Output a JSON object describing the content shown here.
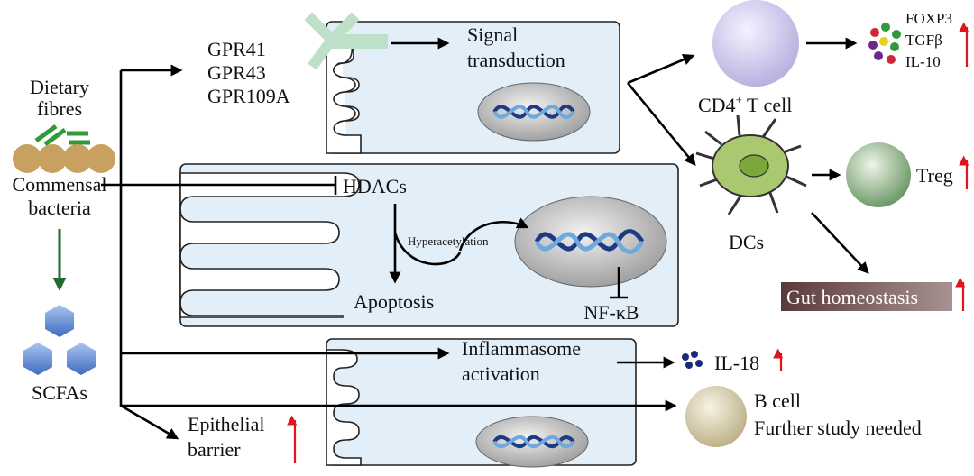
{
  "left_column": {
    "dietary_fibres": [
      "Dietary",
      "fibres"
    ],
    "commensal_bacteria": [
      "Commensal",
      "bacteria"
    ],
    "scfas": "SCFAs"
  },
  "receptors": [
    "GPR41",
    "GPR43",
    "GPR109A"
  ],
  "signal_transduction": [
    "Signal",
    "transduction"
  ],
  "hdacs": "HDACs",
  "hyperacetylation": "Hyperacetylation",
  "apoptosis": "Apoptosis",
  "nfkb": "NF-κB",
  "inflammasome": [
    "Inflammasome",
    "activation"
  ],
  "il18": "IL-18",
  "epithelial_barrier": [
    "Epithelial",
    "barrier"
  ],
  "cd4_t_cell": {
    "base": "CD4",
    "sup": "+",
    "rest": " T cell"
  },
  "cytokines": [
    "FOXP3",
    "TGFβ",
    "IL-10"
  ],
  "dcs": "DCs",
  "treg": "Treg",
  "gut_homeostasis": "Gut homeostasis",
  "b_cell": [
    "B cell",
    "Further study needed"
  ],
  "colors": {
    "cell_fill": "#e2eef8",
    "increase_arrow": "#e0141e",
    "receptor": "#bfe0c8",
    "fibre": "#2f9a3a",
    "bacteria": "#c8a060",
    "scfa_hex": "#6d96d6",
    "cd4_cell": "#d4d0ee",
    "treg_cell": "#8fb48a",
    "b_cell": "#d8cfaf",
    "il18_dots": "#1a2a7a",
    "homeostasis_box": "#6b4a48"
  }
}
